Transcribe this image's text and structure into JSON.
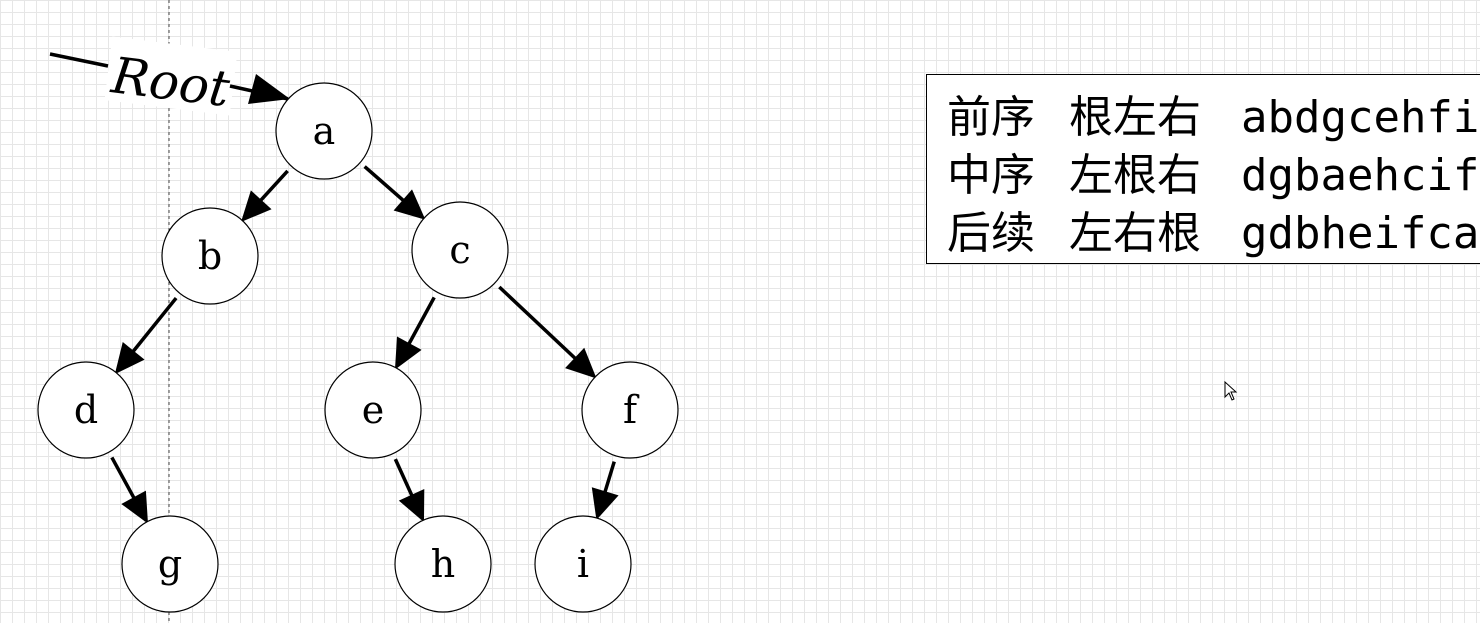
{
  "tree": {
    "root_label": "Root",
    "nodes": [
      {
        "id": "a",
        "label": "a"
      },
      {
        "id": "b",
        "label": "b"
      },
      {
        "id": "c",
        "label": "c"
      },
      {
        "id": "d",
        "label": "d"
      },
      {
        "id": "e",
        "label": "e"
      },
      {
        "id": "f",
        "label": "f"
      },
      {
        "id": "g",
        "label": "g"
      },
      {
        "id": "h",
        "label": "h"
      },
      {
        "id": "i",
        "label": "i"
      }
    ],
    "edges": [
      {
        "from": "a",
        "to": "b"
      },
      {
        "from": "a",
        "to": "c"
      },
      {
        "from": "b",
        "to": "d"
      },
      {
        "from": "c",
        "to": "e"
      },
      {
        "from": "c",
        "to": "f"
      },
      {
        "from": "d",
        "to": "g"
      },
      {
        "from": "e",
        "to": "h"
      },
      {
        "from": "f",
        "to": "i"
      }
    ]
  },
  "traversals": [
    {
      "name": "前序",
      "rule": "根左右",
      "sequence": "abdgcehfi"
    },
    {
      "name": "中序",
      "rule": "左根右",
      "sequence": "dgbaehcif"
    },
    {
      "name": "后续",
      "rule": "左右根",
      "sequence": "gdbheifca"
    }
  ],
  "colors": {
    "stroke": "#000000",
    "grid": "#e6e6e6",
    "background": "#ffffff"
  },
  "icons": {
    "cursor": "mouse-pointer-icon"
  }
}
